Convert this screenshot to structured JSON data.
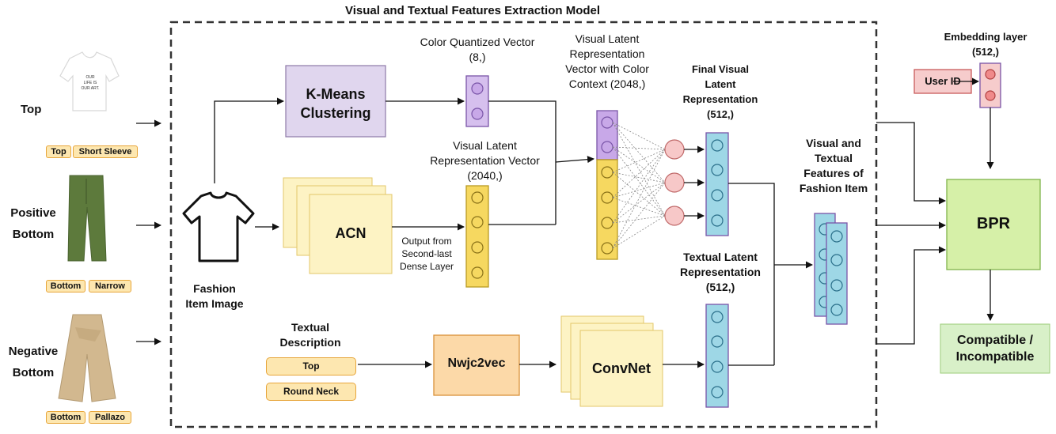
{
  "title": "Visual and Textual Features Extraction Model",
  "inputs": {
    "top": {
      "label": "Top",
      "tags": [
        "Top",
        "Short Sleeve"
      ],
      "shirt_text": [
        "OUR",
        "LIFE IS",
        "OUR ART."
      ]
    },
    "positive_bottom": {
      "label": [
        "Positive",
        "Bottom"
      ],
      "tags": [
        "Bottom",
        "Narrow"
      ]
    },
    "negative_bottom": {
      "label": [
        "Negative",
        "Bottom"
      ],
      "tags": [
        "Bottom",
        "Pallazo"
      ]
    }
  },
  "fashion_item_image": [
    "Fashion",
    "Item Image"
  ],
  "kmeans": [
    "K-Means",
    "Clustering"
  ],
  "acn": "ACN",
  "color_quantized": [
    "Color Quantized Vector",
    "(8,)"
  ],
  "visual_latent": [
    "Visual Latent",
    "Representation Vector",
    "(2040,)"
  ],
  "output_from": [
    "Output from",
    "Second-last",
    "Dense Layer"
  ],
  "visual_color_context": [
    "Visual Latent",
    "Representation",
    "Vector with Color",
    "Context (2048,)"
  ],
  "final_visual": [
    "Final Visual",
    "Latent",
    "Representation",
    "(512,)"
  ],
  "textual_latent": [
    "Textual Latent",
    "Representation",
    "(512,)"
  ],
  "textual_description": {
    "label": [
      "Textual",
      "Description"
    ],
    "items": [
      "Top",
      "Round Neck"
    ]
  },
  "nwjc2vec": "Nwjc2vec",
  "convnet": "ConvNet",
  "vt_features": [
    "Visual and",
    "Textual",
    "Features of",
    "Fashion Item"
  ],
  "embedding": [
    "Embedding layer",
    "(512,)"
  ],
  "user_id": "User ID",
  "bpr": "BPR",
  "output": [
    "Compatible /",
    "Incompatible"
  ],
  "colors": {
    "purple_fill": "#e0d6ee",
    "purple_node": "#c8a8e8",
    "yellow_fill": "#fdf3c4",
    "yellow_node": "#f6d860",
    "cyan_node": "#9ed7e6",
    "pink_node": "#f7c8c8",
    "orange_fill": "#fcd9a8",
    "green_fill": "#d6f0a8",
    "red_node": "#f08a8a"
  }
}
